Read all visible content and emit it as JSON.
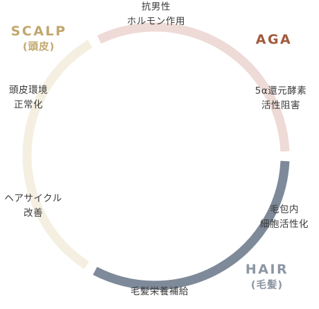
{
  "colors": {
    "aga": "#eedad6",
    "hair": "#7e8a99",
    "scalp": "#f5efe1",
    "aga_label": "#a05a3c",
    "hair_label": "#8c96a3",
    "scalp_label": "#c2a66c"
  },
  "categories": {
    "scalp": {
      "title": "SCALP",
      "subtitle": "(頭皮)"
    },
    "aga": {
      "title": "AGA"
    },
    "hair": {
      "title": "HAIR",
      "subtitle": "(毛髪)"
    }
  },
  "labels": {
    "top": [
      "抗男性",
      "ホルモン作用"
    ],
    "right_upper": [
      "5α還元酵素",
      "活性阻害"
    ],
    "right_lower": [
      "毛包内",
      "細胞活性化"
    ],
    "bottom": [
      "毛髪栄養補給"
    ],
    "left_lower": [
      "ヘアサイクル",
      "改善"
    ],
    "left_upper": [
      "頭皮環境",
      "正常化"
    ]
  }
}
